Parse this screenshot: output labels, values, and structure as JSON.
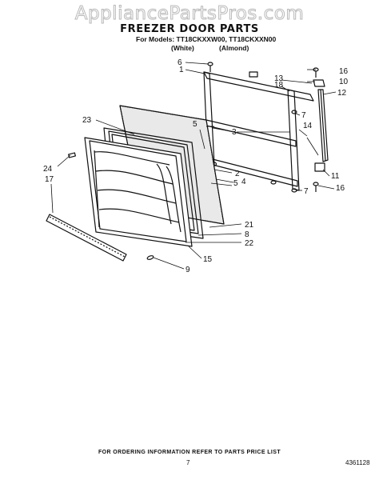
{
  "watermark": "AppliancePartsPros.com",
  "title": "FREEZER DOOR PARTS",
  "models_line": "For Models: TT18CKXXW00, TT18CKXXN00",
  "color_white": "(White)",
  "color_almond": "(Almond)",
  "callouts": {
    "c1": "1",
    "c2": "2",
    "c3": "3",
    "c4": "4",
    "c5a": "5",
    "c5b": "5",
    "c6": "6",
    "c7a": "7",
    "c7b": "7",
    "c8": "8",
    "c9": "9",
    "c10": "10",
    "c11": "11",
    "c12": "12",
    "c13": "13",
    "c14": "14",
    "c15": "15",
    "c16a": "16",
    "c16b": "16",
    "c17": "17",
    "c18": "18",
    "c21": "21",
    "c22": "22",
    "c23": "23",
    "c24": "24"
  },
  "footer_note": "FOR ORDERING INFORMATION REFER TO PARTS PRICE LIST",
  "page_number": "7",
  "doc_number": "4361128"
}
